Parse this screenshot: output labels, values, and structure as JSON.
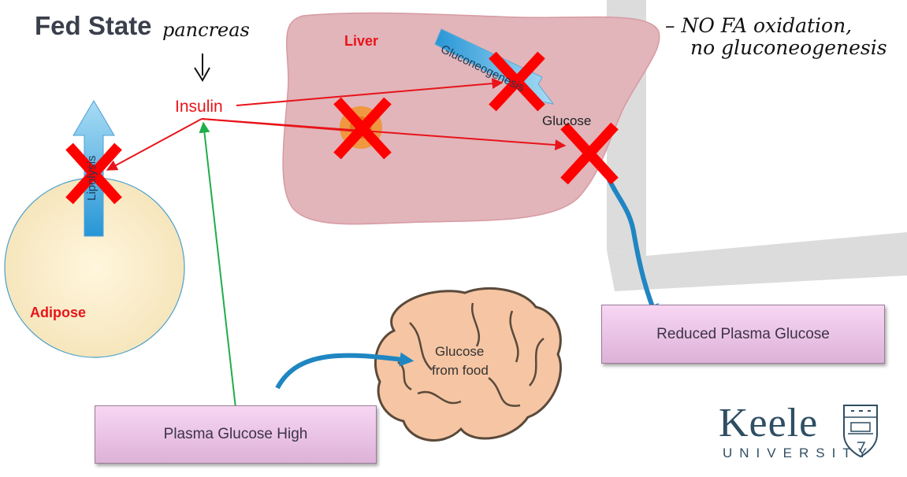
{
  "title": "Fed State",
  "annotations": {
    "pancreas": "pancreas",
    "note_line1": "– NO FA oxidation,",
    "note_line2": "no gluconeogenesis"
  },
  "labels": {
    "liver": "Liver",
    "insulin": "Insulin",
    "gluconeogenesis": "Gluconeogenesis",
    "glucose": "Glucose",
    "lipolysis": "Lipolysis",
    "adipose": "Adipose",
    "brain_glucose_line1": "Glucose",
    "brain_glucose_line2": "from food"
  },
  "boxes": {
    "reduced": "Reduced Plasma Glucose",
    "high": "Plasma Glucose High"
  },
  "logo": {
    "word": "Keele",
    "sub": "UNIVERSITY"
  },
  "colors": {
    "insulin_red": "#e8141a",
    "cross_red": "#ff0000",
    "green_arrow": "#1fae4a",
    "blue_arrow": "#1f86c2",
    "liver_fill": "#e1b5ba",
    "adipose_fill": "#fbf1d5",
    "keele_blue": "#2f4e63"
  }
}
